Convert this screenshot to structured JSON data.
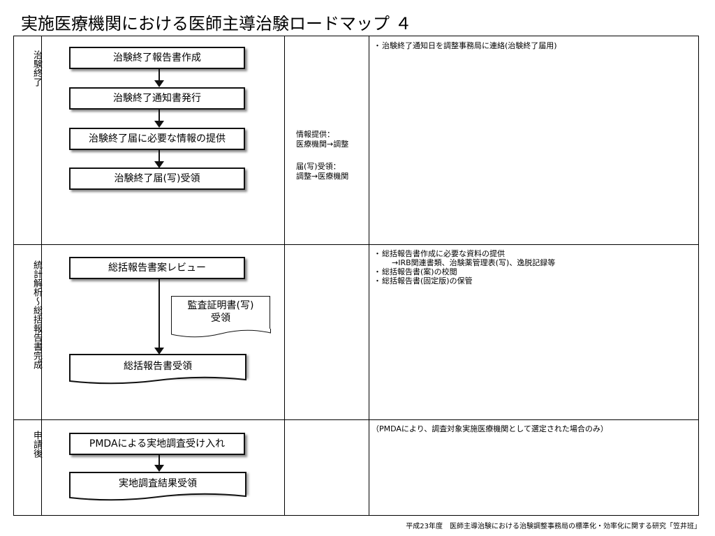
{
  "title": "実施医療機関における医師主導治験ロードマップ ４",
  "sections": [
    {
      "label": "治験終了",
      "steps": [
        "治験終了報告書作成",
        "治験終了通知書発行",
        "治験終了届に必要な情報の提供",
        "治験終了届(写)受領"
      ],
      "notes": [
        "情報提供：",
        "医療機関→調整",
        "届(写)受領：",
        "調整→医療機関"
      ],
      "bullets": [
        "治験終了通知日を調整事務局に連絡(治験終了届用)"
      ]
    },
    {
      "label": "統計解析〜総括報告書完成",
      "steps": [
        "総括報告書案レビュー",
        "総括報告書受領"
      ],
      "document": [
        "監査証明書(写)",
        "受領"
      ],
      "bullets": [
        "総括報告書作成に必要な資料の提供",
        "→IRB関連書類、治験薬管理表(写)、逸脱記録等",
        "総括報告書(案)の校閲",
        "総括報告書(固定版)の保管"
      ]
    },
    {
      "label": "申請後",
      "steps": [
        "PMDAによる実地調査受け入れ",
        "実地調査結果受領"
      ],
      "bullets": [
        "（PMDAにより、調査対象実施医療機関として選定された場合のみ）"
      ]
    }
  ],
  "footer": "平成23年度　医師主導治験における治験調整事務局の標準化・効率化に関する研究「笠井班」"
}
